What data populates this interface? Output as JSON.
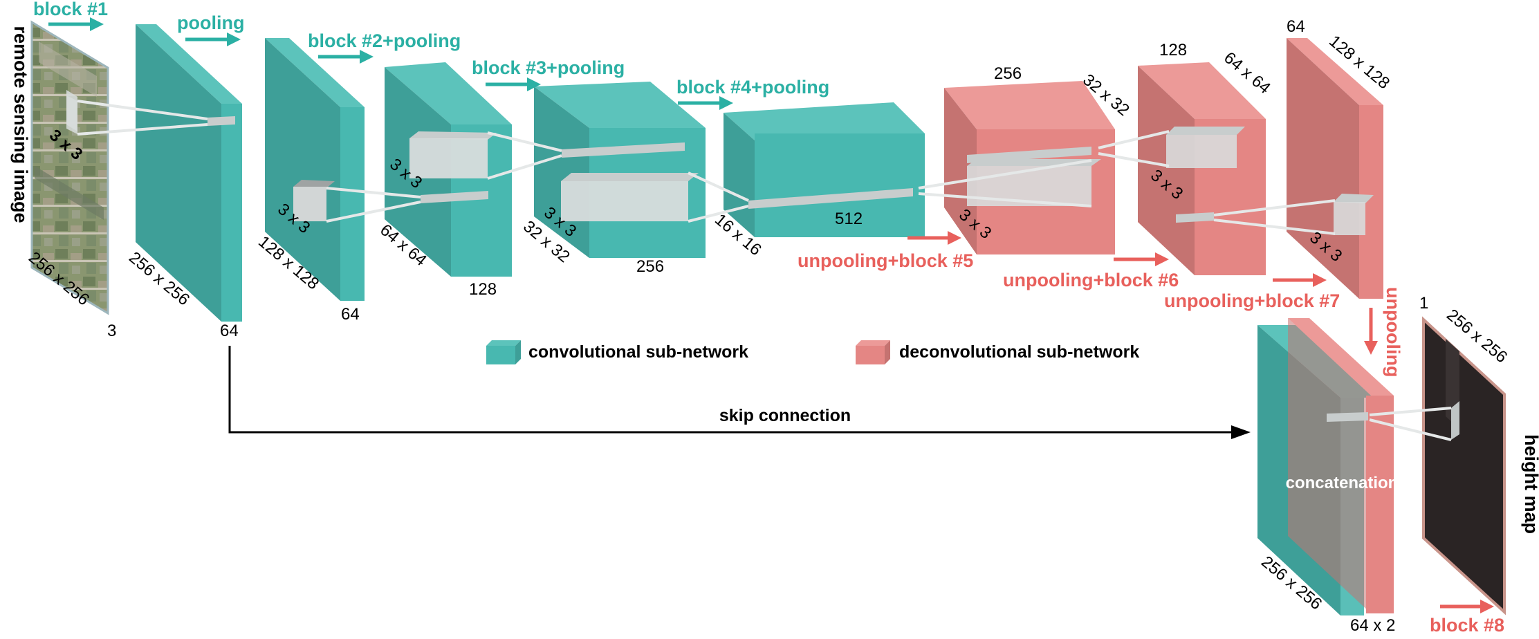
{
  "colors": {
    "conv_front": "#48B8B0",
    "conv_side": "#3E9F98",
    "conv_top": "#5CC3BB",
    "deconv_front": "#E48684",
    "deconv_side": "#C57371",
    "deconv_top": "#EC9A98",
    "conv_text": "#2BB0A4",
    "deconv_text": "#E8605C",
    "kernel": "#C8CDCD",
    "image_dark": "#2A2424"
  },
  "labels": {
    "input_image": "remote sensing image",
    "output_map": "height map",
    "input_size": "256 x 256",
    "input_channels": "3",
    "kernel_input": "3 x 3",
    "l1_size": "256 x 256",
    "l1_channels": "64",
    "l2_size": "128 x 128",
    "l2_channels": "64",
    "l2_kernel": "3 x 3",
    "l3_size": "64 x 64",
    "l3_channels": "128",
    "l3_kernel": "3 x 3",
    "l4_size": "32 x 32",
    "l4_channels": "256",
    "l4_kernel": "3 x 3",
    "l5_size": "16 x 16",
    "l5_channels": "512",
    "d1_channels": "256",
    "d1_size": "32 x 32",
    "d1_kernel": "3 x 3",
    "d2_channels": "128",
    "d2_size": "64 x 64",
    "d2_kernel": "3 x 3",
    "d3_channels": "64",
    "d3_size": "128 x 128",
    "d3_kernel": "3 x 3",
    "concat_size": "256 x 256",
    "concat_channels": "64 x 2",
    "concat_label": "concatenation",
    "output_channels": "1",
    "output_size": "256 x 256",
    "skip": "skip connection"
  },
  "ops": {
    "block1": "block #1",
    "pooling": "pooling",
    "block2": "block #2+pooling",
    "block3": "block #3+pooling",
    "block4": "block #4+pooling",
    "block5": "unpooling+block #5",
    "block6": "unpooling+block #6",
    "block7": "unpooling+block #7",
    "unpooling": "unpooling",
    "block8": "block #8"
  },
  "legend": {
    "conv": "convolutional sub-network",
    "deconv": "deconvolutional sub-network"
  }
}
